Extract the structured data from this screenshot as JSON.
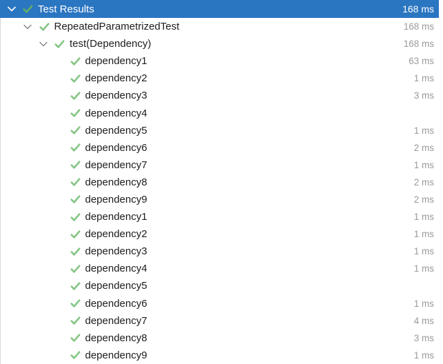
{
  "panel": {
    "title": "Test Results",
    "total_time": "168 ms"
  },
  "colors": {
    "header_bg": "#2b76c1",
    "header_text": "#ffffff",
    "text": "#1c1c1c",
    "time_gray": "#9a9a9a",
    "check_green": "#85c585",
    "header_check_green": "#63ad68",
    "chevron_gray": "#7f7f7f",
    "border": "#d6d6d6",
    "panel_bg": "#ffffff"
  },
  "icons": {
    "expanded": "chevron-down-icon",
    "passed": "test-passed-check-icon"
  },
  "tree": {
    "root": {
      "label": "Test Results",
      "time": "168 ms",
      "level": 0,
      "state": "expanded",
      "status": "passed",
      "selected": true
    },
    "nodes": [
      {
        "label": "RepeatedParametrizedTest",
        "time": "168 ms",
        "level": 1,
        "type": "branch",
        "status": "passed"
      },
      {
        "label": "test(Dependency)",
        "time": "168 ms",
        "level": 2,
        "type": "branch",
        "status": "passed"
      },
      {
        "label": "dependency1",
        "time": "63 ms",
        "level": 3,
        "type": "leaf",
        "status": "passed"
      },
      {
        "label": "dependency2",
        "time": "1 ms",
        "level": 3,
        "type": "leaf",
        "status": "passed"
      },
      {
        "label": "dependency3",
        "time": "3 ms",
        "level": 3,
        "type": "leaf",
        "status": "passed"
      },
      {
        "label": "dependency4",
        "time": "",
        "level": 3,
        "type": "leaf",
        "status": "passed"
      },
      {
        "label": "dependency5",
        "time": "1 ms",
        "level": 3,
        "type": "leaf",
        "status": "passed"
      },
      {
        "label": "dependency6",
        "time": "2 ms",
        "level": 3,
        "type": "leaf",
        "status": "passed"
      },
      {
        "label": "dependency7",
        "time": "1 ms",
        "level": 3,
        "type": "leaf",
        "status": "passed"
      },
      {
        "label": "dependency8",
        "time": "2 ms",
        "level": 3,
        "type": "leaf",
        "status": "passed"
      },
      {
        "label": "dependency9",
        "time": "2 ms",
        "level": 3,
        "type": "leaf",
        "status": "passed"
      },
      {
        "label": "dependency1",
        "time": "1 ms",
        "level": 3,
        "type": "leaf",
        "status": "passed"
      },
      {
        "label": "dependency2",
        "time": "1 ms",
        "level": 3,
        "type": "leaf",
        "status": "passed"
      },
      {
        "label": "dependency3",
        "time": "1 ms",
        "level": 3,
        "type": "leaf",
        "status": "passed"
      },
      {
        "label": "dependency4",
        "time": "1 ms",
        "level": 3,
        "type": "leaf",
        "status": "passed"
      },
      {
        "label": "dependency5",
        "time": "",
        "level": 3,
        "type": "leaf",
        "status": "passed"
      },
      {
        "label": "dependency6",
        "time": "1 ms",
        "level": 3,
        "type": "leaf",
        "status": "passed"
      },
      {
        "label": "dependency7",
        "time": "4 ms",
        "level": 3,
        "type": "leaf",
        "status": "passed"
      },
      {
        "label": "dependency8",
        "time": "3 ms",
        "level": 3,
        "type": "leaf",
        "status": "passed"
      },
      {
        "label": "dependency9",
        "time": "1 ms",
        "level": 3,
        "type": "leaf",
        "status": "passed"
      }
    ]
  }
}
